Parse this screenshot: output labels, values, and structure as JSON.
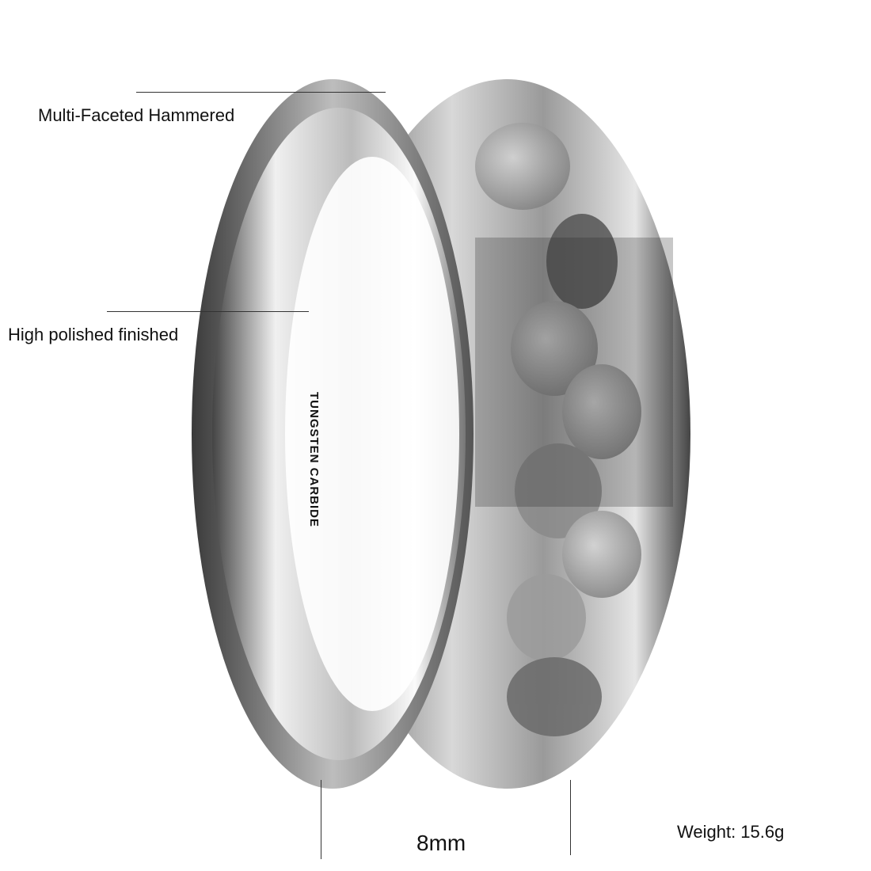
{
  "annotations": {
    "finish_top": "Multi-Faceted Hammered",
    "finish_inner": "High polished finished",
    "width": "8mm",
    "weight": "Weight: 15.6g"
  },
  "ring": {
    "engraving": "TUNGSTEN CARBIDE",
    "metal_color": "#a9a9a9"
  }
}
